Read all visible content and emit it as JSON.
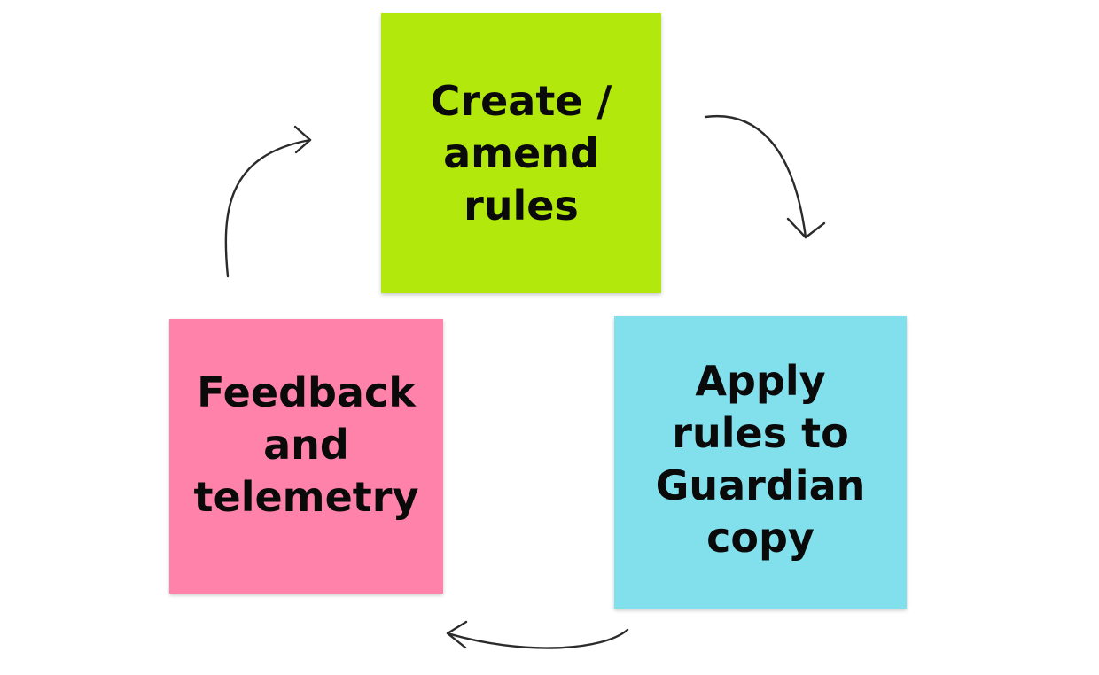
{
  "notes": {
    "create": {
      "label": "Create /\namend\nrules",
      "color": "#b2e80c"
    },
    "apply": {
      "label": "Apply\nrules to\nGuardian\ncopy",
      "color": "#82dfec"
    },
    "feedback": {
      "label": "Feedback\nand\ntelemetry",
      "color": "#ff82ab"
    }
  },
  "arrow_color": "#2b2b2b"
}
